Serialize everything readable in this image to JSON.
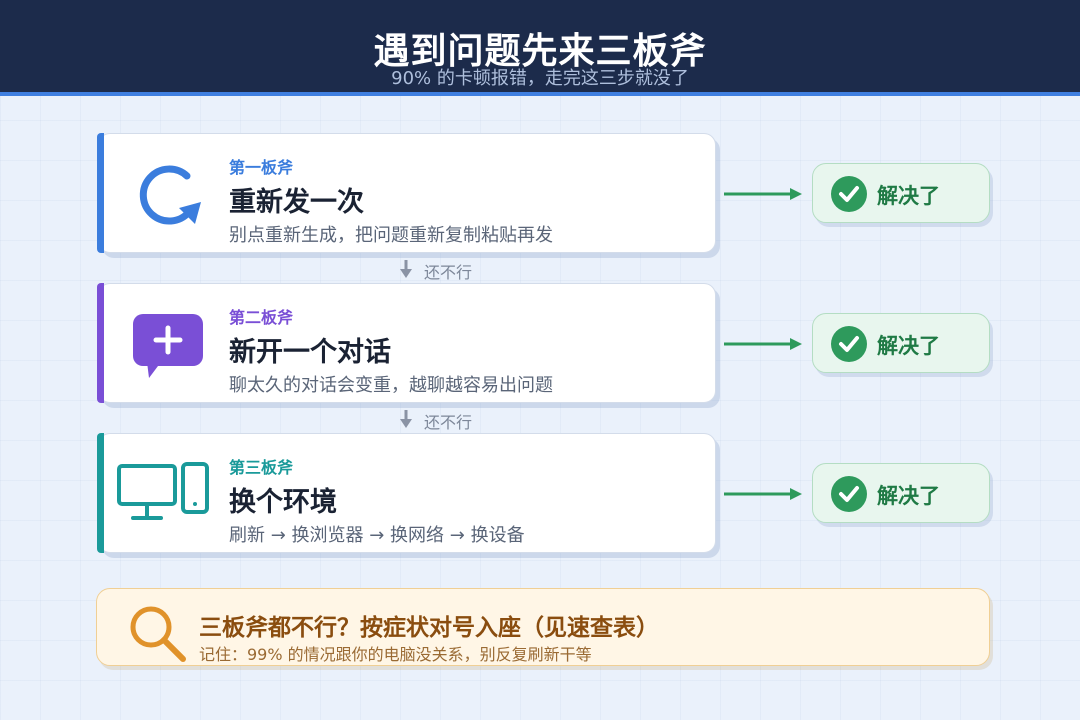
{
  "header": {
    "title": "遇到问题先来三板斧",
    "subtitle": "90% 的卡顿报错，走完这三步就没了"
  },
  "steps": [
    {
      "label": "第一板斧",
      "heading": "重新发一次",
      "desc": "别点重新生成，把问题重新复制粘贴再发",
      "color": "#3b7ddd",
      "icon": "refresh-icon",
      "result": "解决了"
    },
    {
      "label": "第二板斧",
      "heading": "新开一个对话",
      "desc": "聊太久的对话会变重，越聊越容易出问题",
      "color": "#7a4fd6",
      "icon": "new-chat-icon",
      "result": "解决了"
    },
    {
      "label": "第三板斧",
      "heading": "换个环境",
      "desc": "刷新 → 换浏览器 → 换网络 → 换设备",
      "color": "#1a9a9a",
      "icon": "devices-icon",
      "result": "解决了"
    }
  ],
  "connectors": [
    "还不行",
    "还不行"
  ],
  "tip": {
    "heading": "三板斧都不行？按症状对号入座（见速查表）",
    "desc": "记住：99% 的情况跟你的电脑没关系，别反复刷新干等",
    "icon": "magnifier-icon"
  },
  "colors": {
    "header_bg": "#1c2b4b",
    "accent": "#3f7fe0",
    "success": "#2e9a5c",
    "tip_accent": "#e0922a"
  }
}
